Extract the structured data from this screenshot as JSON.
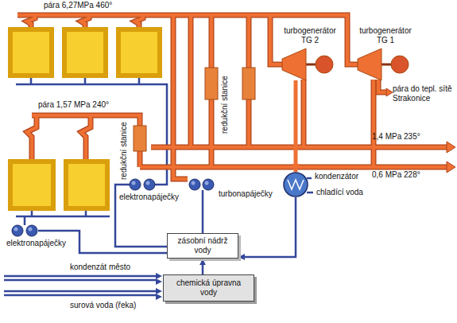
{
  "diagram": {
    "nodes": [
      {
        "text": [
          "turbogenerátor TG 2"
        ]
      },
      {
        "text": [
          "turbogenerátor TG 1"
        ]
      },
      {
        "text": [
          "kondenzátor"
        ]
      },
      {
        "text": [
          "zásobní nádrž vody"
        ]
      },
      {
        "text": [
          "chemická úpravna vody"
        ]
      }
    ],
    "edges": [
      {
        "from": 4,
        "to": 3,
        "arrow": "to"
      },
      {
        "from": 2,
        "to": 3,
        "arrow": "to"
      },
      {
        "from": 0,
        "to": 2,
        "arrow": "to"
      }
    ],
    "labels": [
      "pára 6,27MPa 460°",
      "pára 1,57 MPa 240°",
      "redukční stanice",
      "redukční stanice",
      "elektronapáječky",
      "turbonapáječky",
      "elektronapáječky",
      "pára do tepl. sítě Strakonice",
      "1,4 MPa 235°",
      "0,6 MPa 228°",
      "chladící voda",
      "kondenzát město",
      "surová voda (řeka)"
    ]
  }
}
